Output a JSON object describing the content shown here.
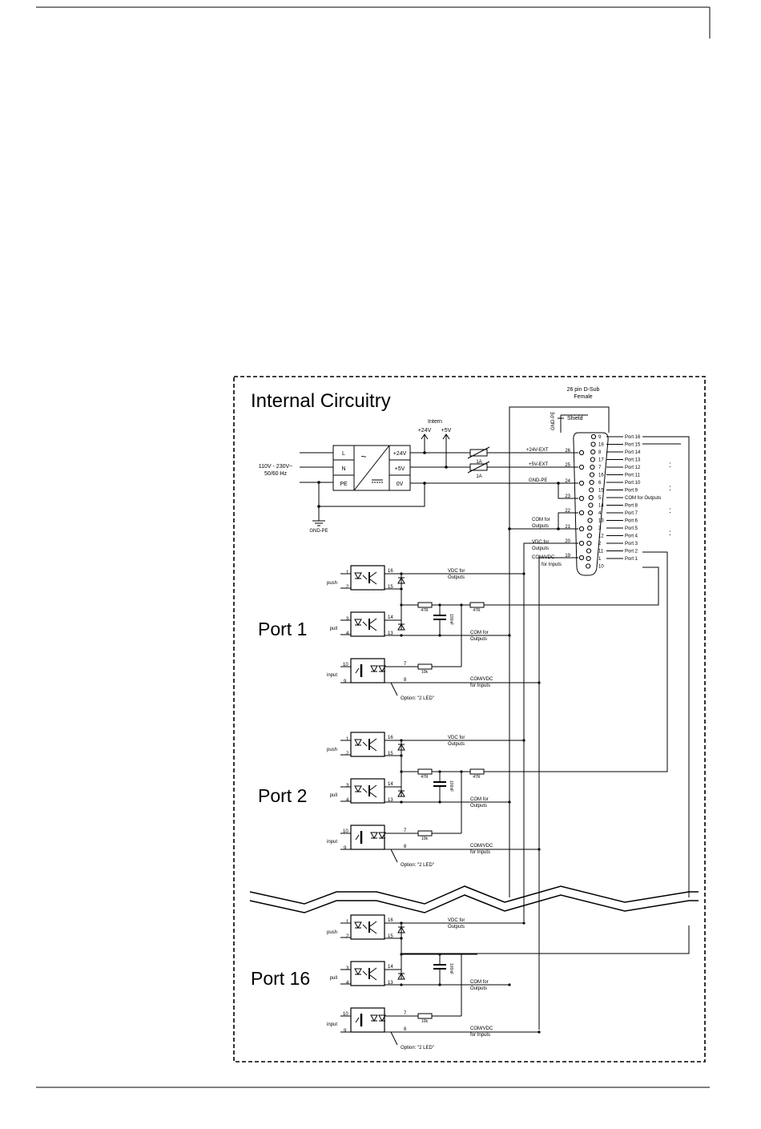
{
  "title": "Internal Circuitry",
  "connector": {
    "line1": "26 pin D-Sub",
    "line2": "Female",
    "shield": "Shield",
    "gnd_pe_vertical": "GND-PE"
  },
  "intern": {
    "label": "Intern",
    "v24": "+24V",
    "v5": "+5V"
  },
  "power_supply": {
    "in_L": "L",
    "in_N": "N",
    "in_PE": "PE",
    "out_24": "+24V",
    "out_5": "+5V",
    "out_0": "0V",
    "mains_line1": "110V - 230V~",
    "mains_line2": "50/60 Hz",
    "gnd": "GND-PE"
  },
  "fuses": {
    "f1": "1A",
    "f2": "1A"
  },
  "rails": {
    "ext24": "+24V-EXT",
    "ext5": "+5V-EXT",
    "gndpe": "GND-PE",
    "com_outputs_1": "COM for",
    "com_outputs_2": "Outputs",
    "vdc_outputs_1": "VDC for",
    "vdc_outputs_2": "Outputs",
    "comvdc_inputs_1": "COM/VDC",
    "comvdc_inputs_2": "for Inputs"
  },
  "left_pins": [
    "26",
    "25",
    "24",
    "23",
    "22",
    "21",
    "20",
    "19"
  ],
  "right_pins": [
    "9",
    "18",
    "8",
    "17",
    "7",
    "16",
    "6",
    "15",
    "5",
    "14",
    "4",
    "13",
    "3",
    "12",
    "2",
    "11",
    "1",
    "10"
  ],
  "port_labels": [
    "Port 16",
    "Port 15",
    "Port 14",
    "Port 13",
    "Port 12",
    "Port 11",
    "Port 10",
    "Port 9",
    "COM for Outputs",
    "Port 8",
    "Port 7",
    "Port 6",
    "Port 5",
    "Port 4",
    "Port 3",
    "Port 2",
    "Port 1"
  ],
  "ellipsis": ":",
  "blocks": [
    {
      "name": "Port 1"
    },
    {
      "name": "Port 2"
    },
    {
      "name": "Port 16"
    }
  ],
  "block_text": {
    "push": "push",
    "pull": "pull",
    "input": "input",
    "p1": "1",
    "p2": "2",
    "p3": "3",
    "p4": "4",
    "p10": "10",
    "p9": "9",
    "p16": "16",
    "p15": "15",
    "p14": "14",
    "p13": "13",
    "p7": "7",
    "p8": "8",
    "r47": "47R",
    "r10k": "10k",
    "cap": "100nF",
    "vdc1": "VDC for",
    "vdc2": "Outputs",
    "com1": "COM for",
    "com2": "Outputs",
    "cv1": "COM/VDC",
    "cv2": "for Inputs",
    "option": "Option: \"2 LED\""
  },
  "colors": {
    "line": "#000000",
    "background": "#ffffff"
  }
}
